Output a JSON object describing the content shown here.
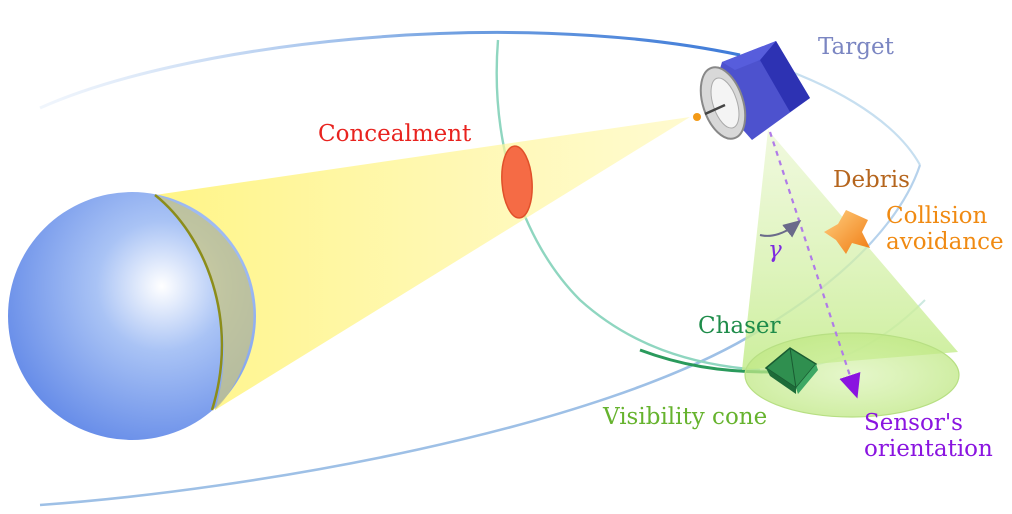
{
  "labels": {
    "target": "Target",
    "concealment": "Concealment",
    "debris": "Debris",
    "collision_avoidance": [
      "Collision",
      "avoidance"
    ],
    "gamma": "γ",
    "chaser": "Chaser",
    "visibility_cone": "Visibility cone",
    "sensor_orientation": [
      "Sensor's",
      "orientation"
    ]
  },
  "colors": {
    "target_label": "#7b86c2",
    "concealment_label": "#e8231f",
    "debris_label": "#b5651d",
    "collision_label": "#f08a12",
    "gamma_label": "#7d2ae0",
    "chaser_label": "#1e8c4a",
    "visibility_label": "#66b32e",
    "sensor_label": "#8a14e0"
  }
}
